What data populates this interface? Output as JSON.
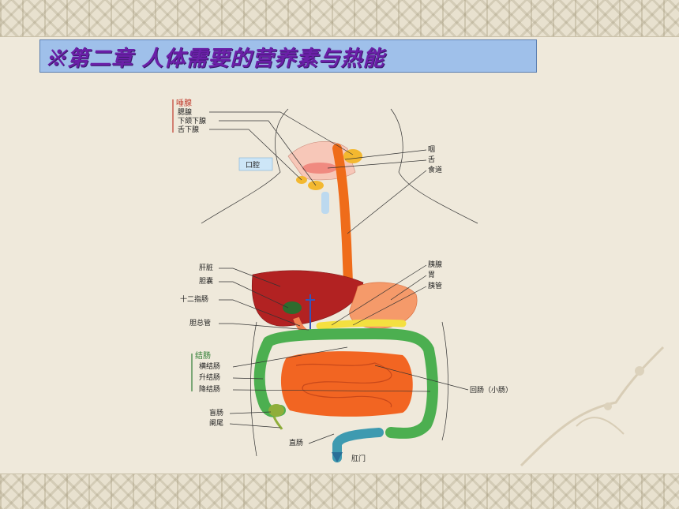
{
  "title": "※第二章  人体需要的营养素与热能",
  "diagram": {
    "salivary_group": "唾腺",
    "parotid": "腮腺",
    "submandibular": "下颌下腺",
    "sublingual": "舌下腺",
    "oral_cavity": "口腔",
    "pharynx": "咽",
    "tongue": "舌",
    "esophagus": "食道",
    "liver": "肝脏",
    "gallbladder": "胆囊",
    "duodenum": "十二指肠",
    "bile_duct": "胆总管",
    "colon_group": "结肠",
    "transverse_colon": "横结肠",
    "ascending_colon": "升结肠",
    "descending_colon": "降结肠",
    "cecum": "盲肠",
    "appendix": "阑尾",
    "rectum": "直肠",
    "anus": "肛门",
    "pancreas": "胰腺",
    "stomach": "胃",
    "pancreatic_duct": "胰管",
    "ileum": "回肠（小肠）"
  },
  "colors": {
    "title_bg": "#9fc0ea",
    "title_text": "#6b1fa8",
    "esophagus": "#ef6c1a",
    "liver": "#b22222",
    "intestine": "#f26522",
    "colon": "#4caf50"
  }
}
